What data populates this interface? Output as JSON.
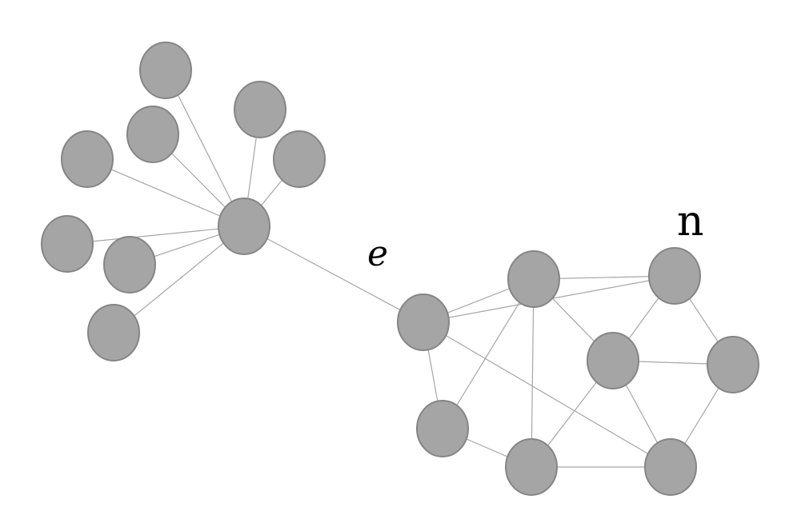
{
  "labels": {
    "edge_label": "e",
    "node_label": "n"
  },
  "colors": {
    "node_fill": "#a5a5a5",
    "node_stroke": "#858585",
    "edge": "#a6a6a6",
    "text": "#000000"
  },
  "nodes": [
    {
      "id": "hub"
    },
    {
      "id": "leaf-1"
    },
    {
      "id": "leaf-2"
    },
    {
      "id": "leaf-3"
    },
    {
      "id": "leaf-4"
    },
    {
      "id": "leaf-5"
    },
    {
      "id": "leaf-6"
    },
    {
      "id": "leaf-7"
    },
    {
      "id": "leaf-8"
    },
    {
      "id": "bridge"
    },
    {
      "id": "c-top"
    },
    {
      "id": "n-node"
    },
    {
      "id": "c-mid"
    },
    {
      "id": "c-right"
    },
    {
      "id": "c-bottom-left"
    },
    {
      "id": "c-bottom"
    },
    {
      "id": "c-bottom-right"
    }
  ],
  "edges": [
    [
      "hub",
      "leaf-1"
    ],
    [
      "hub",
      "leaf-2"
    ],
    [
      "hub",
      "leaf-3"
    ],
    [
      "hub",
      "leaf-4"
    ],
    [
      "hub",
      "leaf-5"
    ],
    [
      "hub",
      "leaf-6"
    ],
    [
      "hub",
      "leaf-7"
    ],
    [
      "hub",
      "leaf-8"
    ],
    [
      "hub",
      "bridge"
    ],
    [
      "bridge",
      "c-top"
    ],
    [
      "bridge",
      "n-node"
    ],
    [
      "bridge",
      "c-bottom-left"
    ],
    [
      "bridge",
      "c-bottom-right"
    ],
    [
      "c-top",
      "n-node"
    ],
    [
      "c-top",
      "c-mid"
    ],
    [
      "c-top",
      "c-bottom-left"
    ],
    [
      "c-top",
      "c-bottom"
    ],
    [
      "n-node",
      "c-mid"
    ],
    [
      "n-node",
      "c-right"
    ],
    [
      "c-mid",
      "c-right"
    ],
    [
      "c-mid",
      "c-bottom"
    ],
    [
      "c-mid",
      "c-bottom-right"
    ],
    [
      "c-right",
      "c-bottom-right"
    ],
    [
      "c-bottom-left",
      "c-bottom"
    ],
    [
      "c-bottom",
      "c-bottom-right"
    ]
  ]
}
